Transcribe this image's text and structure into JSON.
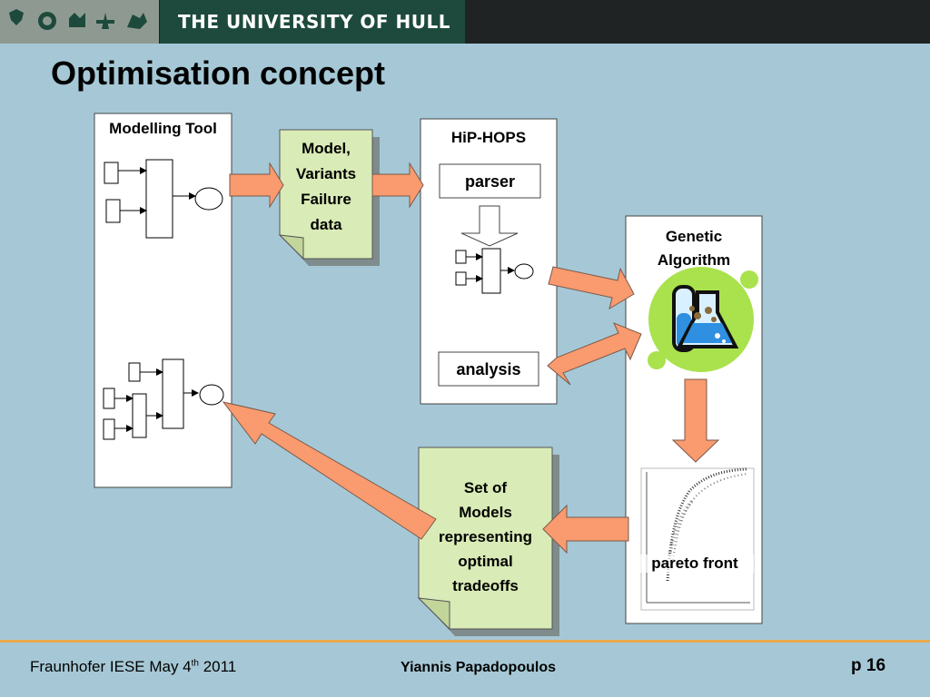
{
  "header": {
    "university_name": "THE UNIVERSITY OF HULL"
  },
  "slide": {
    "title": "Optimisation concept"
  },
  "diagram": {
    "modelling_tool": {
      "label": "Modelling Tool"
    },
    "model_doc": {
      "lines": [
        "Model,",
        "Variants",
        "Failure",
        "data"
      ]
    },
    "hiphops": {
      "label": "HiP-HOPS",
      "parser": "parser",
      "analysis": "analysis"
    },
    "genetic": {
      "lines": [
        "Genetic",
        "Algorithm"
      ],
      "pareto_label": "pareto front"
    },
    "set_doc": {
      "lines": [
        "Set of",
        "Models",
        "representing",
        "optimal",
        "tradeoffs"
      ]
    }
  },
  "colors": {
    "arrow_fill": "#f99a6f",
    "doc_fill": "#d9ebb6",
    "ga_circle": "#a9e24c"
  },
  "footer": {
    "left_pre": "Fraunhofer IESE May 4",
    "left_sup": "th",
    "left_post": " 2011",
    "author": "Yiannis Papadopoulos",
    "page": "p 16"
  }
}
